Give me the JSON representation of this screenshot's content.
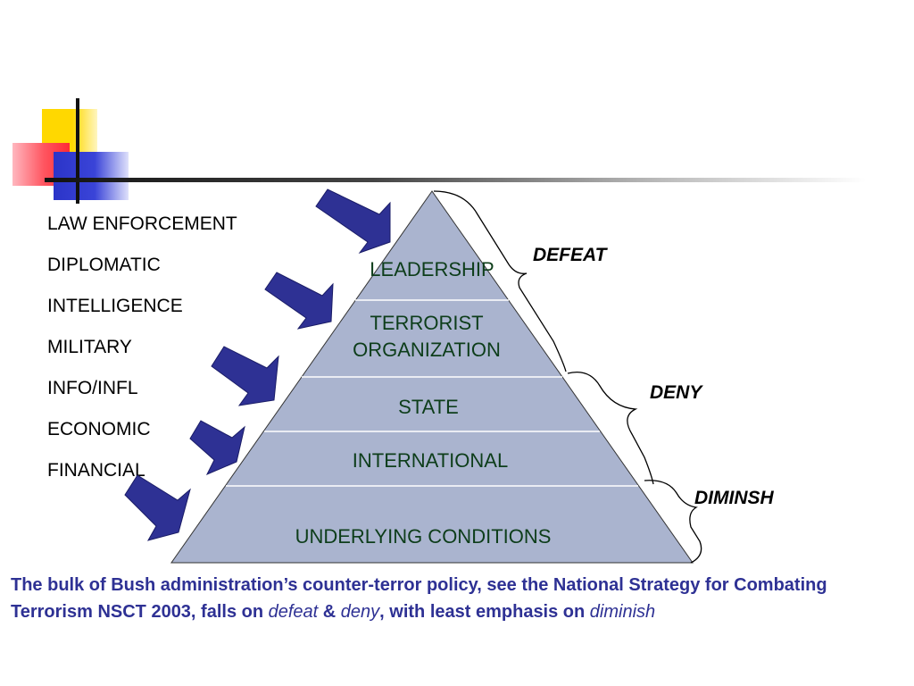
{
  "tools": [
    "LAW ENFORCEMENT",
    "DIPLOMATIC",
    "INTELLIGENCE",
    "MILITARY",
    "INFO/INFL",
    "ECONOMIC",
    "FINANCIAL"
  ],
  "pyramid": {
    "levels": [
      "LEADERSHIP",
      "TERRORIST ORGANIZATION",
      "STATE",
      "INTERNATIONAL",
      "UNDERLYING CONDITIONS"
    ],
    "fill_color": "#aab4cf",
    "arrow_color": "#2e3194"
  },
  "braces": {
    "defeat": "DEFEAT",
    "deny": "DENY",
    "diminish": "DIMINSH"
  },
  "caption": {
    "part1": "The bulk of Bush administration’s counter-terror policy, see the National Strategy for Combating Terrorism NSCT 2003, falls on ",
    "defeat": "defeat",
    "amp": " & ",
    "deny": "deny",
    "part2": ", with least emphasis on ",
    "diminish": "diminish"
  }
}
